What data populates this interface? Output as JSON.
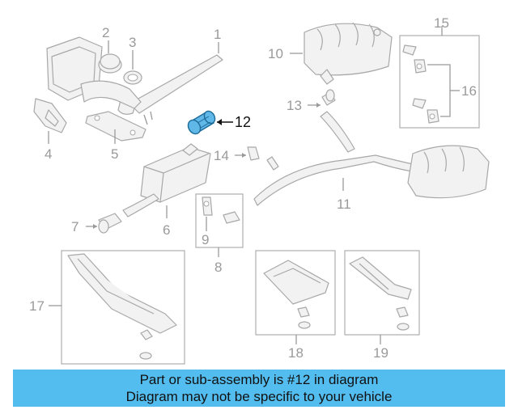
{
  "diagram": {
    "highlight_color": "#5fb8e8",
    "callouts": {
      "c1": "1",
      "c2": "2",
      "c3": "3",
      "c4": "4",
      "c5": "5",
      "c6": "6",
      "c7": "7",
      "c8": "8",
      "c9": "9",
      "c10": "10",
      "c11": "11",
      "c12": "12",
      "c13": "13",
      "c14": "14",
      "c15": "15",
      "c16": "16",
      "c17": "17",
      "c18": "18",
      "c19": "19"
    }
  },
  "banner": {
    "color": "#53bdf0",
    "line1": "Part or sub-assembly is #12 in diagram",
    "line2": "Diagram may not be specific to your vehicle"
  }
}
